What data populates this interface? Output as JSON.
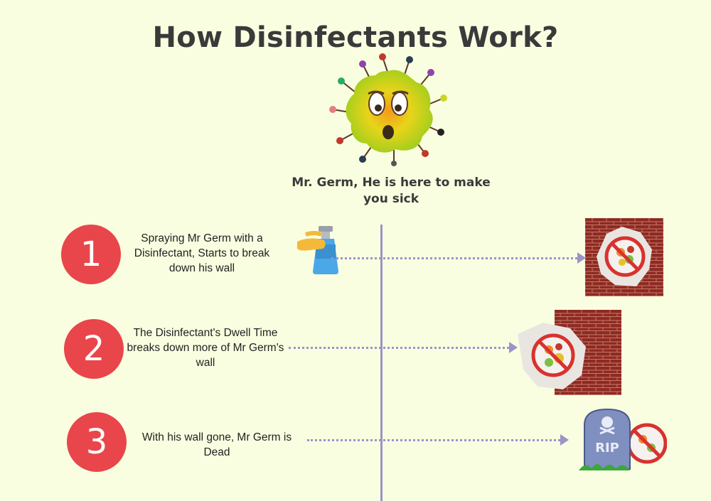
{
  "title": "How Disinfectants Work?",
  "germ": {
    "caption": "Mr. Germ, He is here to make you sick"
  },
  "steps": [
    {
      "number": "1",
      "text": "Spraying Mr Germ with a Disinfectant, Starts to break down his wall"
    },
    {
      "number": "2",
      "text": "The Disinfectant's Dwell Time breaks down more of Mr Germ's wall"
    },
    {
      "number": "3",
      "text": "With his wall gone, Mr Germ is Dead"
    }
  ],
  "tombstone_text": "RIP",
  "colors": {
    "background": "#fafee0",
    "accent_red": "#e8464b",
    "timeline": "#9b93c9",
    "title": "#3a3a3a"
  }
}
